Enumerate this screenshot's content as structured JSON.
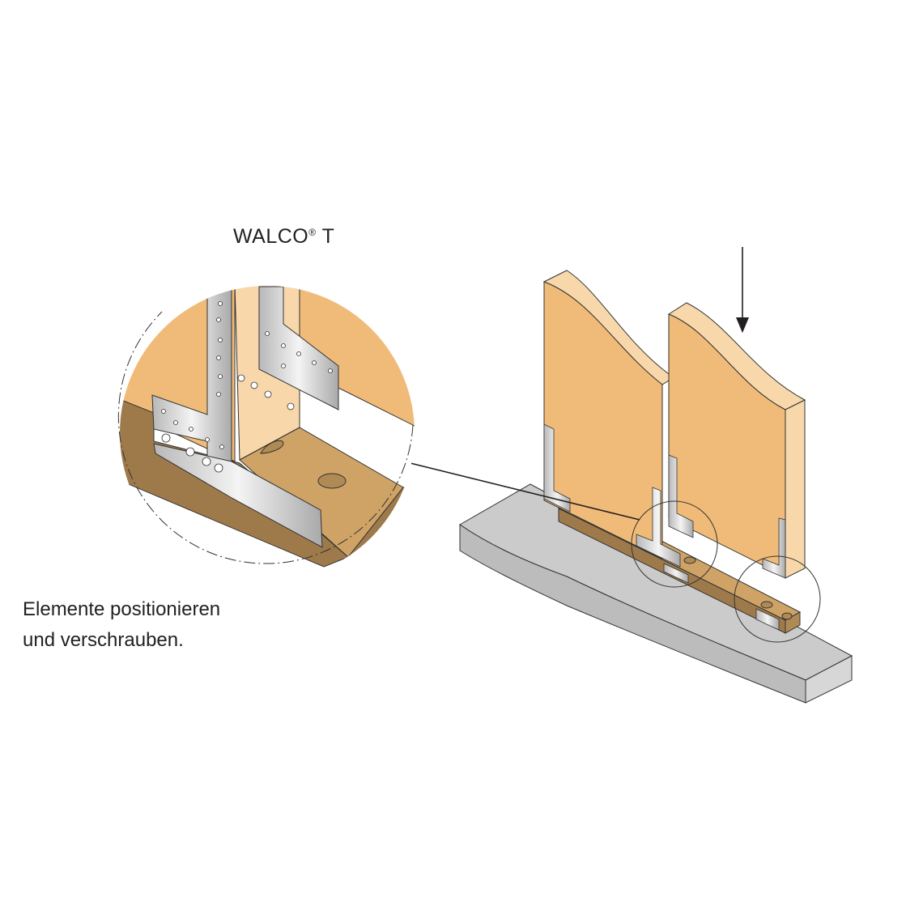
{
  "title": {
    "product": "WALCO",
    "registered": "®",
    "suffix": " T"
  },
  "caption": {
    "line1": "Elemente positionieren",
    "line2": "und verschrauben."
  },
  "colors": {
    "wall_face": "#f0bb78",
    "wall_edge": "#f8d8aa",
    "beam_top": "#cfa366",
    "beam_front": "#9e7a4b",
    "concrete_top": "#cccbcb",
    "concrete_side": "#b4b3b3",
    "steel": "#d9d9d9"
  }
}
